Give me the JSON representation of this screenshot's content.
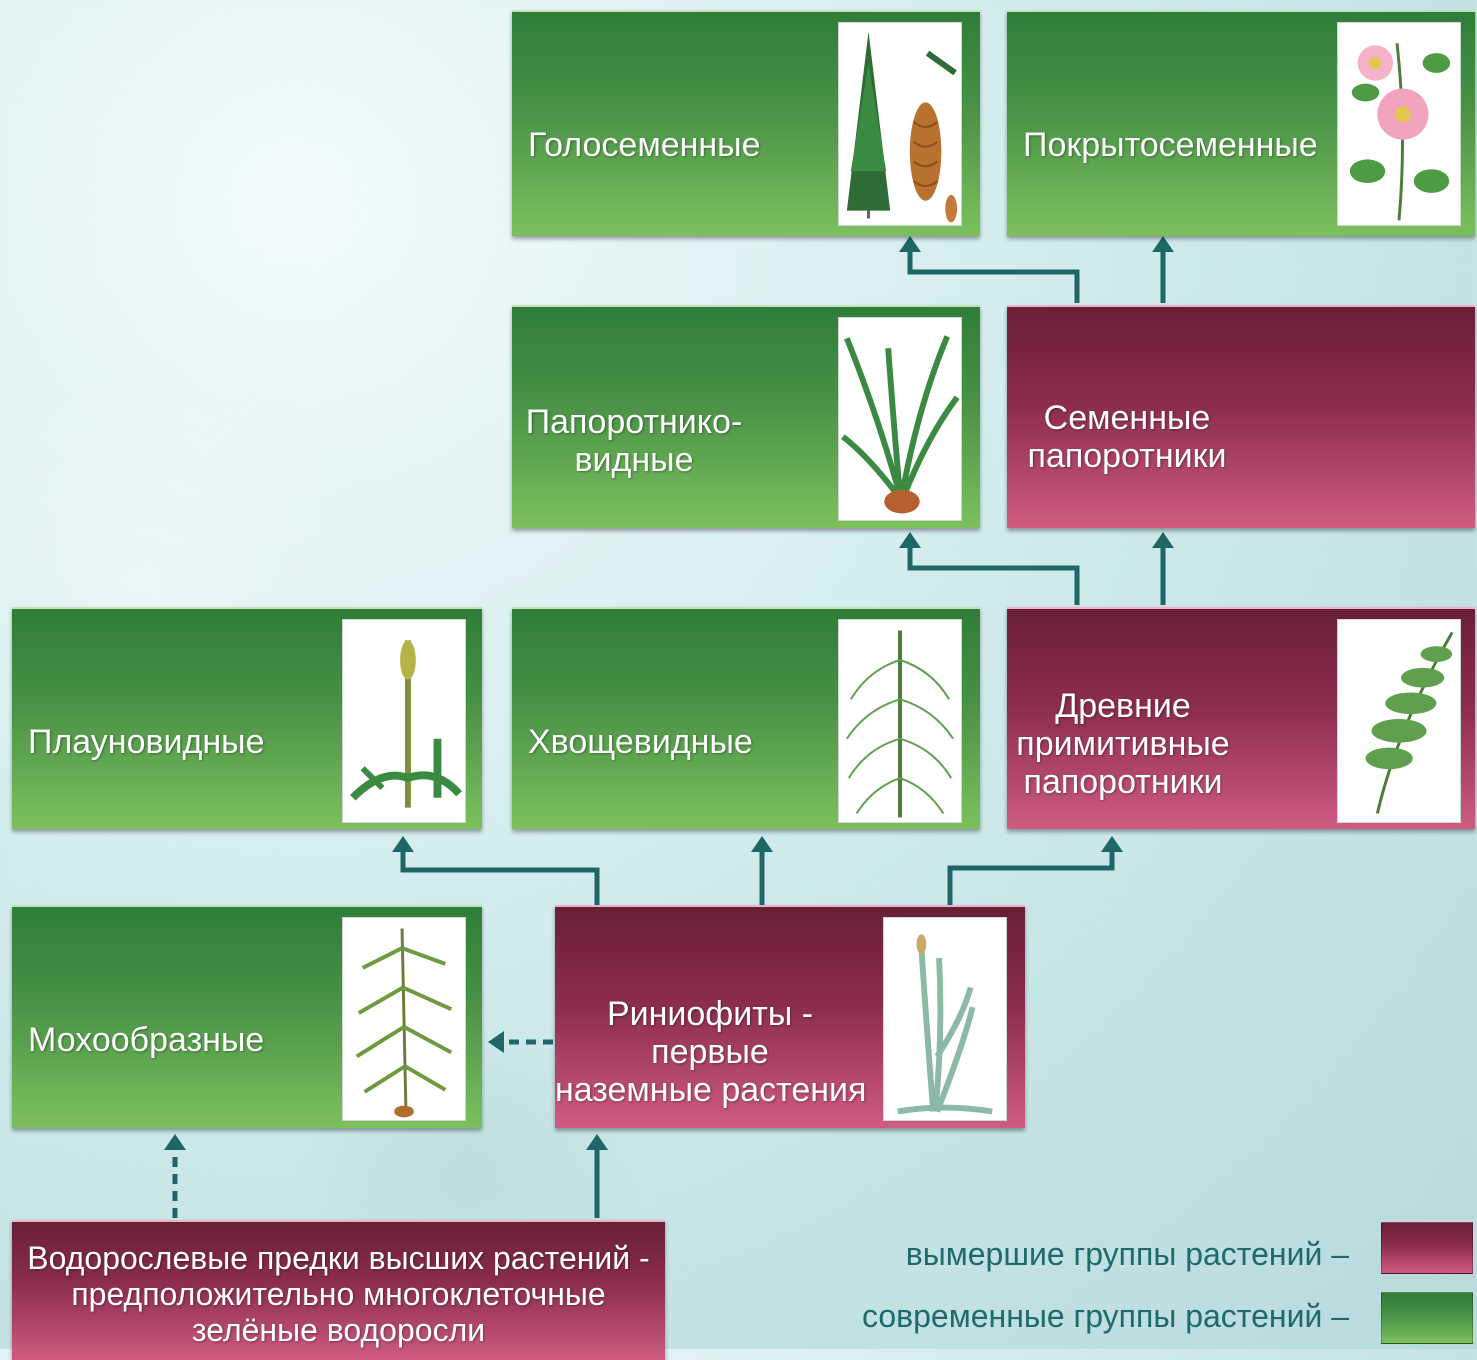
{
  "colors": {
    "modern": "#4a9347",
    "extinct": "#8c2d4e",
    "link": "#1f6666"
  },
  "nodes": {
    "gymnosperms": {
      "label": "Голосеменные",
      "status": "modern",
      "icon": "spruce-cone-icon"
    },
    "angiosperms": {
      "label": "Покрытосеменные",
      "status": "modern",
      "icon": "wild-rose-icon"
    },
    "ferns": {
      "label_line1": "Папоротнико-",
      "label_line2": "видные",
      "status": "modern",
      "icon": "fern-icon"
    },
    "seed_ferns": {
      "label_line1": "Семенные",
      "label_line2": "папоротники",
      "status": "extinct"
    },
    "lycophytes": {
      "label": "Плауновидные",
      "status": "modern",
      "icon": "club-moss-icon"
    },
    "horsetails": {
      "label": "Хвощевидные",
      "status": "modern",
      "icon": "horsetail-icon"
    },
    "ancient_ferns": {
      "label_line1": "Древние",
      "label_line2": "примитивные",
      "label_line3": "папоротники",
      "status": "extinct",
      "icon": "primitive-fern-icon"
    },
    "bryophytes": {
      "label": "Мохообразные",
      "status": "modern",
      "icon": "moss-icon"
    },
    "rhyniophytes": {
      "label_line1": "Риниофиты -",
      "label_line2": "первые",
      "label_line3": "наземные растения",
      "status": "extinct",
      "icon": "rhynia-icon"
    },
    "algae": {
      "label_line1": "Водорослевые предки высших растений -",
      "label_line2": "предположительно многоклеточные",
      "label_line3": "зелёные водоросли",
      "status": "extinct"
    }
  },
  "edges": [
    {
      "from": "algae",
      "to": "bryophytes",
      "style": "dashed"
    },
    {
      "from": "algae",
      "to": "rhyniophytes",
      "style": "solid"
    },
    {
      "from": "rhyniophytes",
      "to": "bryophytes",
      "style": "dashed"
    },
    {
      "from": "rhyniophytes",
      "to": "lycophytes",
      "style": "solid"
    },
    {
      "from": "rhyniophytes",
      "to": "horsetails",
      "style": "solid"
    },
    {
      "from": "rhyniophytes",
      "to": "ancient_ferns",
      "style": "solid"
    },
    {
      "from": "ancient_ferns",
      "to": "ferns",
      "style": "solid"
    },
    {
      "from": "ancient_ferns",
      "to": "seed_ferns",
      "style": "solid"
    },
    {
      "from": "seed_ferns",
      "to": "gymnosperms",
      "style": "solid"
    },
    {
      "from": "seed_ferns",
      "to": "angiosperms",
      "style": "solid"
    }
  ],
  "legend": {
    "extinct_label": "вымершие группы растений –",
    "modern_label": "современные группы растений –"
  }
}
